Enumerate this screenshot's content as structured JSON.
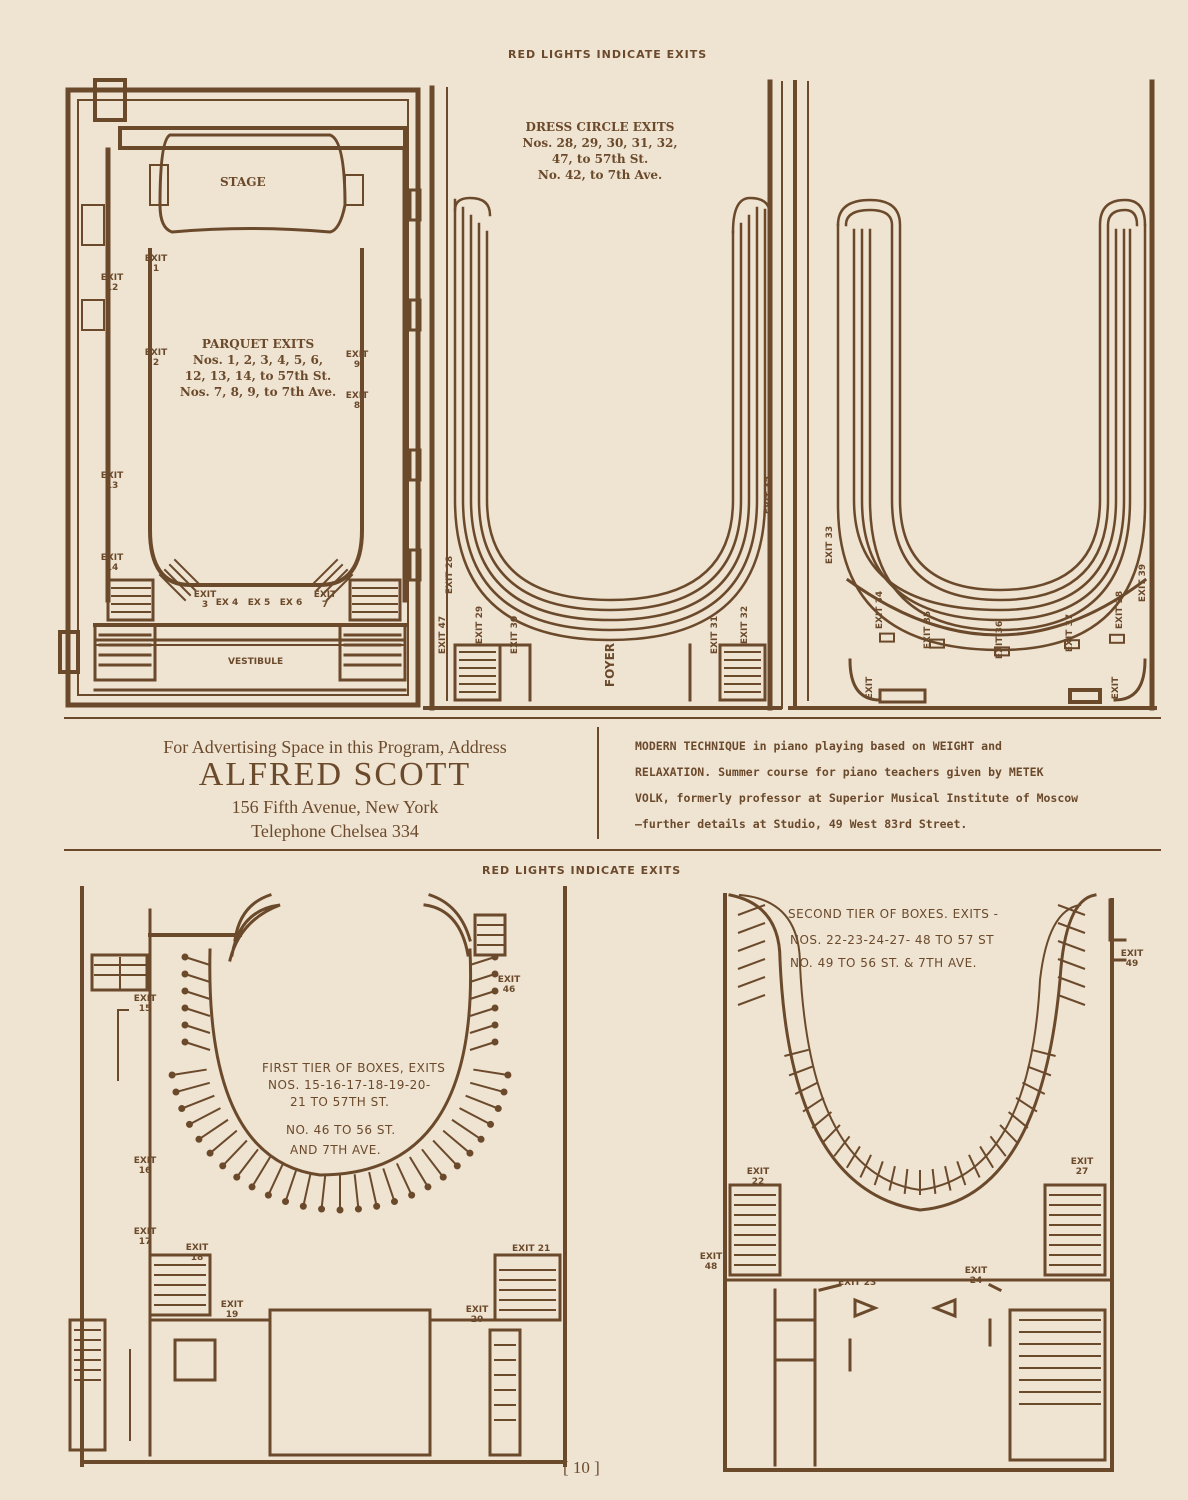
{
  "top_header": "RED LIGHTS INDICATE EXITS",
  "parquet": {
    "stage": "STAGE",
    "title": "PARQUET EXITS",
    "line1": "Nos. 1, 2, 3, 4, 5, 6,",
    "line2": "12, 13, 14, to 57th St.",
    "line3": "Nos. 7, 8, 9, to 7th Ave.",
    "vestibule": "VESTIBULE",
    "exits": [
      "EXIT 1",
      "EXIT 2",
      "EXIT 3",
      "EX 4",
      "EX 5",
      "EX 6",
      "EXIT 7",
      "EXIT 8",
      "EXIT 9",
      "EXIT 12",
      "EXIT 13",
      "EXIT 14"
    ]
  },
  "dress_circle": {
    "title": "DRESS CIRCLE EXITS",
    "line1": "Nos. 28, 29, 30, 31, 32,",
    "line2": "47, to 57th St.",
    "line3": "No. 42, to 7th Ave.",
    "foyer": "FOYER",
    "exits": [
      "EXIT 28",
      "EXIT 29",
      "EXIT 30",
      "EXIT 31",
      "EXIT 32",
      "EXIT 42",
      "EXIT 47"
    ]
  },
  "balcony": {
    "exits": [
      "EXIT 33",
      "EXIT 34",
      "EXIT 35",
      "EXIT 36",
      "EXIT 37",
      "EXIT 38",
      "EXIT 39",
      "EXIT",
      "EXIT"
    ]
  },
  "ad": {
    "line1": "For Advertising Space in this Program, Address",
    "name": "ALFRED SCOTT",
    "address": "156 Fifth Avenue, New York",
    "phone": "Telephone Chelsea 334"
  },
  "modern": {
    "line1": "MODERN TECHNIQUE in piano playing based on WEIGHT and",
    "line2": "RELAXATION. Summer course for piano teachers given by METEK",
    "line3": "VOLK, formerly professor at Superior Musical Institute of Moscow",
    "line4": "—further details at Studio, 49 West 83rd Street."
  },
  "bottom_header": "RED LIGHTS INDICATE EXITS",
  "first_tier": {
    "line1": "FIRST TIER OF BOXES, EXITS",
    "line2": "NOS. 15-16-17-18-19-20-",
    "line3": "21 TO 57TH ST.",
    "line4": "NO. 46 TO 56 ST.",
    "line5": "AND 7TH AVE.",
    "exits": [
      "EXIT 15",
      "EXIT 16",
      "EXIT 17",
      "EXIT 18",
      "EXIT 19",
      "EXIT 20",
      "EXIT 21",
      "EXIT 46"
    ]
  },
  "second_tier": {
    "line1": "SECOND TIER OF BOXES. EXITS -",
    "line2": "NOS. 22-23-24-27- 48 TO 57 ST",
    "line3": "NO. 49 TO 56 ST. & 7TH AVE.",
    "exits": [
      "EXIT 22",
      "EXIT 23",
      "EXIT 24",
      "EXIT 27",
      "EXIT 48",
      "EXIT 49"
    ]
  },
  "page_number": "[ 10 ]",
  "colors": {
    "paper": "#efe3d2",
    "ink": "#6b4a2c",
    "background": "#3a2a1d"
  }
}
